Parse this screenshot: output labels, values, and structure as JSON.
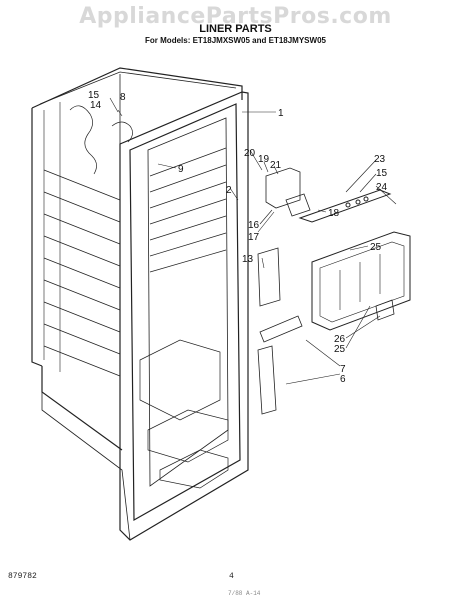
{
  "watermark": "AppliancePartsPros.com",
  "title": "LINER PARTS",
  "subtitle": "For Models: ET18JMXSW05 and ET18JMYSW05",
  "footer": {
    "part_code": "879782",
    "page_number": "4",
    "bottom_mark": "7/88  A-14"
  },
  "callouts": [
    "1",
    "2",
    "6",
    "7",
    "8",
    "9",
    "13",
    "14",
    "15",
    "15",
    "16",
    "17",
    "18",
    "19",
    "20",
    "21",
    "23",
    "24",
    "25",
    "25",
    "26"
  ]
}
